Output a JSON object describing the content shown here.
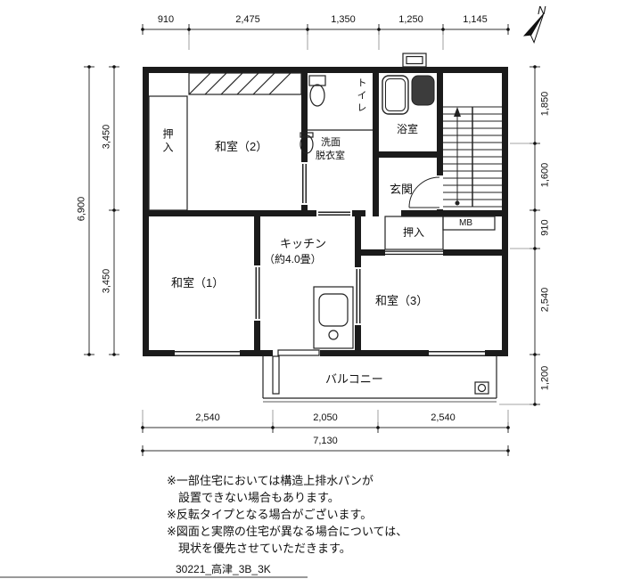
{
  "compass": {
    "label": "N"
  },
  "rooms": {
    "oshiire_upper": "押入",
    "washitsu2": "和室（2）",
    "toilet": "トイレ",
    "bath": "浴室",
    "senmen1": "洗面",
    "senmen2": "脱衣室",
    "genkan": "玄関",
    "mb": "MB",
    "oshiire_lower": "押入",
    "kitchen1": "キッチン",
    "kitchen2": "（約4.0畳）",
    "washitsu1": "和室（1）",
    "washitsu3": "和室（3）",
    "balcony": "バルコニー"
  },
  "dims": {
    "top": [
      "910",
      "2,475",
      "1,350",
      "1,250",
      "1,145"
    ],
    "left_upper": "3,450",
    "left_lower": "3,450",
    "left_total": "6,900",
    "right": [
      "1,850",
      "1,600",
      "910",
      "2,540",
      "1,200"
    ],
    "bottom": [
      "2,540",
      "2,050",
      "2,540"
    ],
    "bottom_total": "7,130"
  },
  "notes": [
    "※一部住宅においては構造上排水パンが",
    "　設置できない場合もあります。",
    "※反転タイプとなる場合がございます。",
    "※図面と実際の住宅が異なる場合については、",
    "　現状を優先させていただきます。"
  ],
  "footer": "30221_高津_3B_3K"
}
